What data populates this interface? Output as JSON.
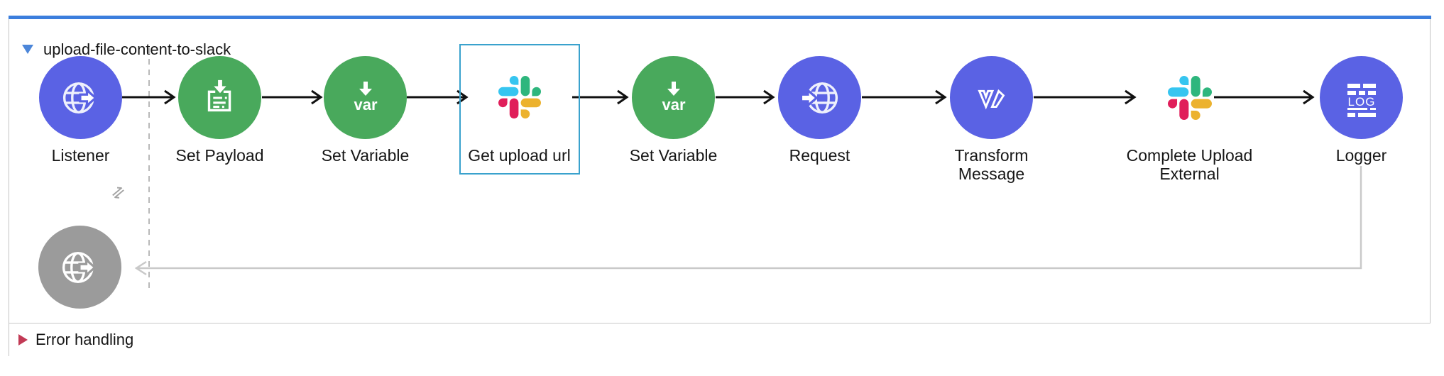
{
  "flow": {
    "title": "upload-file-content-to-slack",
    "nodes": [
      {
        "label": "Listener",
        "type": "http-listener",
        "selected": false
      },
      {
        "label": "Set Payload",
        "type": "set-payload",
        "selected": false
      },
      {
        "label": "Set Variable",
        "type": "set-variable",
        "selected": false
      },
      {
        "label": "Get upload url",
        "type": "slack-connector",
        "selected": true
      },
      {
        "label": "Set Variable",
        "type": "set-variable",
        "selected": false
      },
      {
        "label": "Request",
        "type": "http-request",
        "selected": false
      },
      {
        "label": "Transform Message",
        "type": "transform-message",
        "selected": false
      },
      {
        "label": "Complete Upload External",
        "type": "slack-connector",
        "selected": false
      },
      {
        "label": "Logger",
        "type": "logger",
        "selected": false
      }
    ],
    "icon_texts": {
      "var": "var",
      "log": "LOG"
    },
    "ghost_node": {
      "type": "http-listener-ghost",
      "label": ""
    }
  },
  "error_handling": {
    "label": "Error handling"
  },
  "icons": {
    "collapse": "triangle-down",
    "expand": "triangle-right",
    "request_response": "⇌"
  },
  "colors": {
    "accent_bar": "#3b7edd",
    "node_purple": "#5a62e4",
    "node_green": "#49a95c",
    "node_ghost_gray": "#9b9b9b",
    "selection_border": "#3aa2cd",
    "collapse_triangle": "#4c86d9",
    "error_triangle": "#c23a55",
    "slack_blue": "#36C5F0",
    "slack_green": "#2EB67D",
    "slack_yellow": "#ECB22E",
    "slack_red": "#E01E5A"
  }
}
